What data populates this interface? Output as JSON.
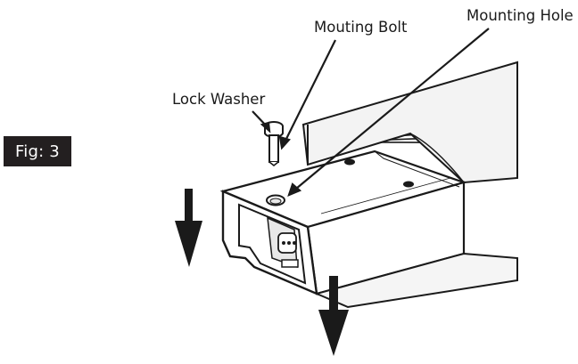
{
  "figure": {
    "badge_label": "Fig: 3"
  },
  "callouts": {
    "mounting_bolt": "Mouting Bolt",
    "mounting_hole": "Mounting Hole",
    "lock_washer": "Lock Washer"
  },
  "colors": {
    "line": "#1a1a1a",
    "badge_background": "#231f20",
    "badge_text": "#ffffff",
    "housing_fill": "#ffffff",
    "shade": "#e8e8e8"
  },
  "icons": {
    "down_arrow_left": "down-arrow-icon",
    "down_arrow_right": "down-arrow-icon"
  }
}
